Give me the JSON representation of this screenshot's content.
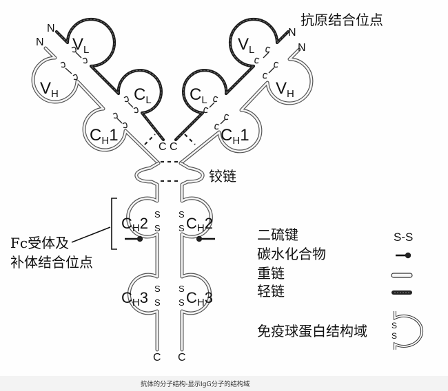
{
  "title": "抗体的分子结构-显示IgG分子的结构域",
  "labels": {
    "antigen_binding_site": "抗原结合位点",
    "hinge": "铰链",
    "fc_site_line1": "Fc受体及",
    "fc_site_line2": "补体结合位点",
    "n_terminus": "N",
    "c_terminus": "C"
  },
  "domains": {
    "vl": {
      "main": "V",
      "sub": "L"
    },
    "vh": {
      "main": "V",
      "sub": "H"
    },
    "cl": {
      "main": "C",
      "sub": "L"
    },
    "ch1": {
      "main": "C",
      "sub": "H",
      "num": "1"
    },
    "ch2": {
      "main": "C",
      "sub": "H",
      "num": "2"
    },
    "ch3": {
      "main": "C",
      "sub": "H",
      "num": "3"
    }
  },
  "disulfide_glyph": "S",
  "legend": {
    "items": [
      {
        "label": "二硫键",
        "symbol": "S-S"
      },
      {
        "label": "碳水化合物",
        "symbol": "carbohydrate-icon"
      },
      {
        "label": "重链",
        "symbol": "heavy-chain-icon"
      },
      {
        "label": "轻链",
        "symbol": "light-chain-icon"
      },
      {
        "label": "免疫球蛋白结构域",
        "symbol": "ig-domain-icon"
      }
    ]
  },
  "caption": "抗体的分子结构-显示IgG分子的结构域",
  "colors": {
    "heavy_chain_outline": "#555555",
    "heavy_chain_fill": "#f4f4f4",
    "light_chain": "#1c1c1c",
    "caption_bar": "#f3f3f3"
  }
}
